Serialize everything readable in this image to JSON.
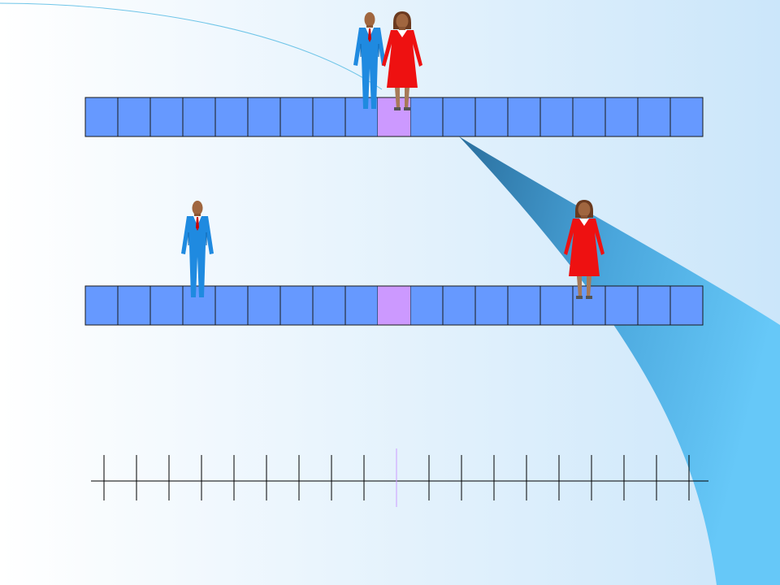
{
  "slide": {
    "colors": {
      "bg_left": "#ffffff",
      "bg_right": "#cbe6fa",
      "swoosh_dark": "#2a6f9e",
      "swoosh_mid": "#4aa6dc",
      "swoosh_light": "#66c8f8",
      "arc_line": "#6fc5e8",
      "cell_fill": "#6699ff",
      "cell_highlight": "#cc99ff",
      "cell_border": "#1a1a1a",
      "tick_color": "#000000",
      "center_tick_color": "#cc99ff"
    },
    "icons": {
      "man": "businessman-icon",
      "woman": "businesswoman-icon"
    }
  },
  "rows": [
    {
      "cells": 19,
      "highlight_index": 9,
      "man_cell": 8.75,
      "woman_cell": 9.75
    },
    {
      "cells": 19,
      "highlight_index": 9,
      "man_cell": 3.45,
      "woman_cell": 15.35
    }
  ],
  "number_line": {
    "ticks": 19,
    "center_index": 9
  }
}
